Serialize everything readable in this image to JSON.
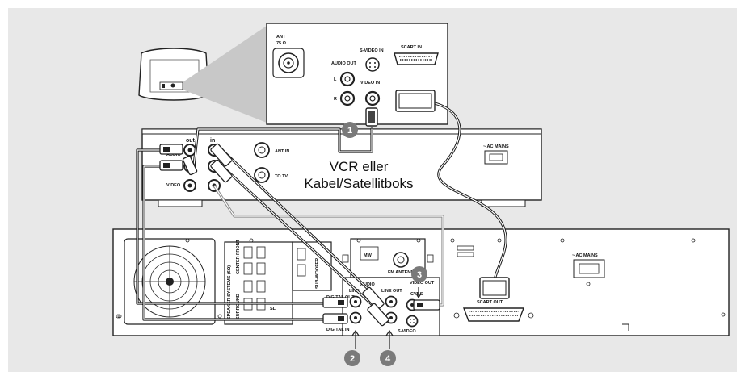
{
  "colors": {
    "page_background": "#e8e8e8",
    "device_fill": "#ffffff",
    "cable": "#1a1a1a",
    "secondary_cable": "#8a8a8a",
    "step_badge": "#7a7a7a"
  },
  "tv": {
    "ant_label": "ANT",
    "ant_ohm_label": "75 Ω",
    "s_video_in_label": "S-VIDEO IN",
    "audio_out_label": "AUDIO OUT",
    "left_label": "L",
    "right_label": "R",
    "video_in_label": "VIDEO IN",
    "scart_in_label": "SCART IN"
  },
  "vcr": {
    "out_label": "out",
    "in_label": "in",
    "audio_label": "AUDIO",
    "video_label": "VIDEO",
    "ant_in_label": "ANT IN",
    "to_tv_label": "TO TV",
    "ac_mains_label": "~ AC MAINS",
    "caption_line1": "VCR eller",
    "caption_line2": "Kabel/Satellitboks"
  },
  "player": {
    "speaker_systems_label": "SPEAKER SYSTEMS (6Ω)",
    "surround_label": "SURROUND",
    "center_label": "CENTER",
    "front_label": "FRONT",
    "subwoofer_label": "SUB-WOOFER",
    "sl_label": "SL",
    "mw_label": "MW",
    "fm_antenna_label": "FM ANTENNA",
    "audio_label": "AUDIO",
    "line_out_label": "LINE OUT",
    "line_in_label": "LINE",
    "digital_out_label": "DIGITAL OUT",
    "digital_in_label": "DIGITAL IN",
    "video_out_label": "VIDEO OUT",
    "cvbs_label": "CVBS",
    "s_video_label": "S-VIDEO",
    "scart_out_label": "SCART OUT",
    "ac_mains_label": "~ AC MAINS"
  },
  "steps": [
    {
      "number": "1",
      "label": "cable step 1"
    },
    {
      "number": "2",
      "label": "cable step 2"
    },
    {
      "number": "3",
      "label": "cable step 3"
    },
    {
      "number": "4",
      "label": "cable step 4"
    }
  ]
}
